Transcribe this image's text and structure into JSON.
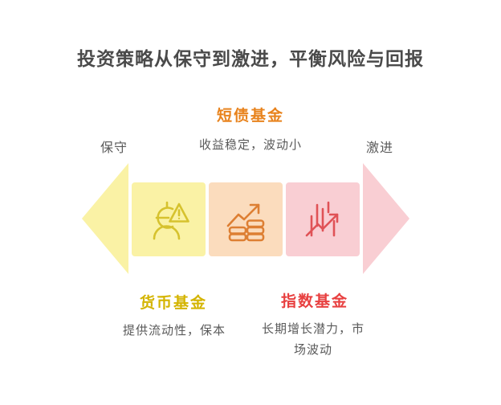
{
  "title": "投资策略从保守到激进，平衡风险与回报",
  "scale": {
    "left_label": "保守",
    "right_label": "激进"
  },
  "funds": {
    "short_bond": {
      "name": "短债基金",
      "desc": "收益稳定，波动小",
      "icon": "growth-coins-icon"
    },
    "money_market": {
      "name": "货币基金",
      "desc": "提供流动性，保本",
      "icon": "euro-warning-icon"
    },
    "index": {
      "name": "指数基金",
      "desc": "长期增长潜力，市场波动",
      "icon": "candlestick-chart-icon"
    }
  },
  "colors": {
    "title_text": "#4A4A4A",
    "desc_text": "#5A5A5A",
    "segment_yellow": "#FAF2A5",
    "segment_peach": "#FBDCBD",
    "segment_pink": "#F9CED3",
    "icon_yellow": "#D6C22E",
    "icon_orange": "#DD7F33",
    "icon_red": "#E05256",
    "label_orange": "#E8831D",
    "label_gold": "#D4B400",
    "label_red": "#E84040"
  }
}
